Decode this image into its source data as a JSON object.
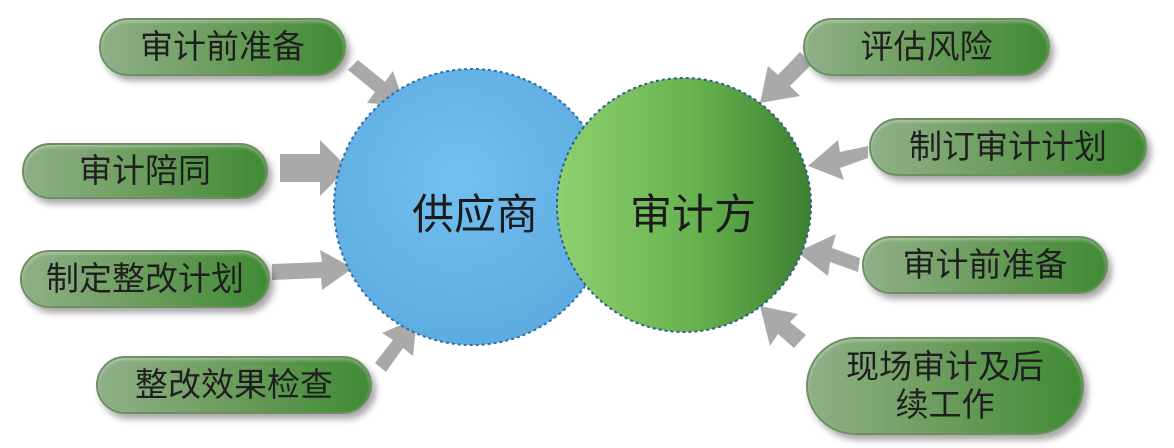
{
  "left_node": {
    "label": "供应商",
    "inputs": [
      "审计前准备",
      "审计陪同",
      "制定整改计划",
      "整改效果检查"
    ]
  },
  "right_node": {
    "label": "审计方",
    "inputs": [
      "评估风险",
      "制订审计计划",
      "审计前准备",
      "现场审计及后\n续工作"
    ]
  },
  "colors": {
    "left_circle": "#6ab7e8",
    "right_circle_light": "#86c46c",
    "right_circle_dark": "#3d8a33",
    "arrow": "#a9a9a9",
    "pill_start": "#8fb088",
    "pill_end": "#3f8a34"
  }
}
